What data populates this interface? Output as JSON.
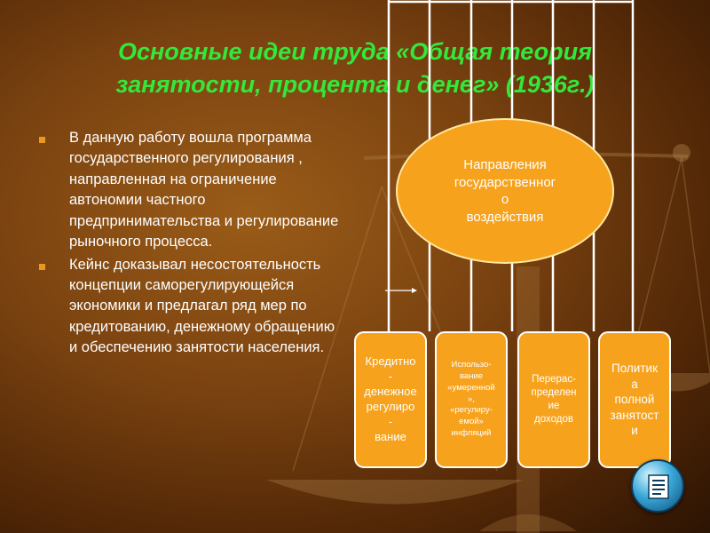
{
  "title": {
    "line1": "Основные идеи  труда «Общая теория",
    "line2": "занятости,  процента и денег» (1936г.)"
  },
  "bullets": [
    {
      "text": "В данную работу вошла программа государственного регулирования , направленная на ограничение автономии частного предпринимательства и регулирование рыночного процесса."
    },
    {
      "text": "Кейнс доказывал несостоятельность концепции саморегулирующейся экономики и предлагал ряд мер по кредитованию, денежному обращению и обеспечению занятости населения."
    }
  ],
  "oval": {
    "lines": [
      "Направления",
      "государственног",
      "о",
      "воздействия"
    ]
  },
  "boxes": [
    {
      "lines": [
        "Кредитно",
        "-",
        "денежное",
        "регулиро",
        "-",
        "вание"
      ]
    },
    {
      "lines": [
        "Использо-",
        "вание",
        "«умеренной",
        "»,",
        "«регулиру-",
        "емой»",
        "инфляций"
      ]
    },
    {
      "lines": [
        "Перерас-",
        "пределен",
        "ие",
        "доходов"
      ]
    },
    {
      "lines": [
        "Политик",
        "а",
        "полной",
        "занятост",
        "и"
      ]
    }
  ],
  "colors": {
    "title": "#33e83a",
    "shape_fill": "#f6a21c",
    "bullet": "#e89a20",
    "background": "#7a4210"
  },
  "icons": {
    "scales": "scales-of-justice-icon",
    "nav": "document-icon"
  }
}
